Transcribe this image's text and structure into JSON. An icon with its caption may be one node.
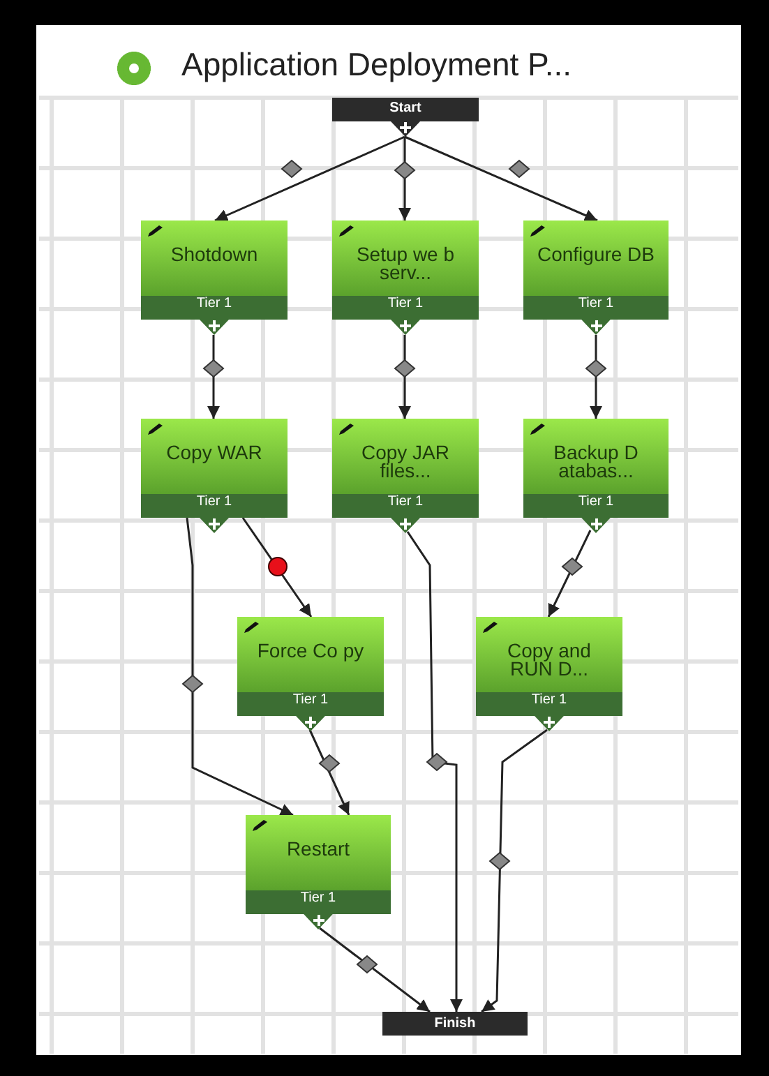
{
  "diagram": {
    "title": "Application Deployment P...",
    "nodes": [
      {
        "text": [
          "Start"
        ]
      },
      {
        "text": [
          "Shotdown",
          "Tier 1"
        ]
      },
      {
        "text": [
          "Setup we b serv...",
          "Tier 1"
        ]
      },
      {
        "text": [
          "Configure DB",
          "Tier 1"
        ]
      },
      {
        "text": [
          "Copy WAR",
          "Tier 1"
        ]
      },
      {
        "text": [
          "Copy JAR files...",
          "Tier 1"
        ]
      },
      {
        "text": [
          "Backup D atabas...",
          "Tier 1"
        ]
      },
      {
        "text": [
          "Force Co py",
          "Tier 1"
        ]
      },
      {
        "text": [
          "Copy and RUN D...",
          "Tier 1"
        ]
      },
      {
        "text": [
          "Restart",
          "Tier 1"
        ]
      },
      {
        "text": [
          "Finish"
        ]
      }
    ],
    "edges": [
      {
        "from": 0,
        "to": 1,
        "arrow": "to"
      },
      {
        "from": 0,
        "to": 2,
        "arrow": "to"
      },
      {
        "from": 0,
        "to": 3,
        "arrow": "to"
      },
      {
        "from": 1,
        "to": 4,
        "arrow": "to"
      },
      {
        "from": 2,
        "to": 5,
        "arrow": "to"
      },
      {
        "from": 3,
        "to": 6,
        "arrow": "to"
      },
      {
        "from": 4,
        "to": 9,
        "arrow": "to"
      },
      {
        "from": 4,
        "to": 7,
        "arrow": "to"
      },
      {
        "from": 6,
        "to": 8,
        "arrow": "to"
      },
      {
        "from": 7,
        "to": 9,
        "arrow": "to"
      },
      {
        "from": 5,
        "to": 10,
        "arrow": "to"
      },
      {
        "from": 8,
        "to": 10,
        "arrow": "to"
      },
      {
        "from": 9,
        "to": 10,
        "arrow": "to"
      }
    ]
  }
}
